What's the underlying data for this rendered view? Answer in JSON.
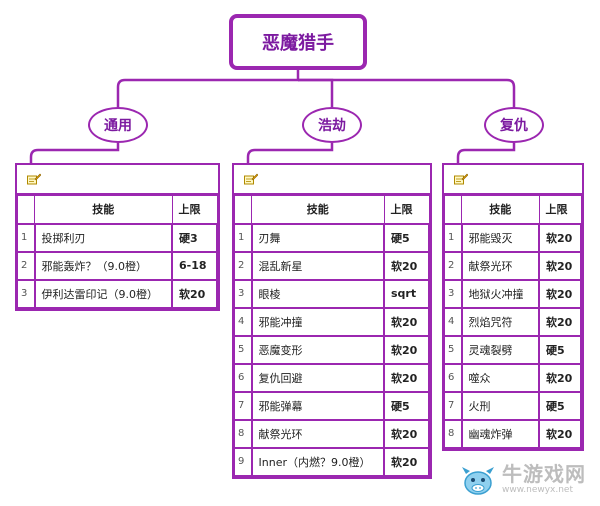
{
  "root": {
    "title": "恶魔猎手"
  },
  "branches": [
    {
      "name": "通用",
      "header": {
        "skill": "技能",
        "limit": "上限"
      },
      "rows": [
        {
          "idx": "1",
          "skill": "投掷利刃",
          "limit": "硬3"
        },
        {
          "idx": "2",
          "skill": "邪能轰炸？（9.0橙）",
          "limit": "6-18"
        },
        {
          "idx": "3",
          "skill": "伊利达雷印记（9.0橙）",
          "limit": "软20"
        }
      ]
    },
    {
      "name": "浩劫",
      "header": {
        "skill": "技能",
        "limit": "上限"
      },
      "rows": [
        {
          "idx": "1",
          "skill": "刃舞",
          "limit": "硬5"
        },
        {
          "idx": "2",
          "skill": "混乱新星",
          "limit": "软20"
        },
        {
          "idx": "3",
          "skill": "眼棱",
          "limit": "sqrt"
        },
        {
          "idx": "4",
          "skill": "邪能冲撞",
          "limit": "软20"
        },
        {
          "idx": "5",
          "skill": "恶魔变形",
          "limit": "软20"
        },
        {
          "idx": "6",
          "skill": "复仇回避",
          "limit": "软20"
        },
        {
          "idx": "7",
          "skill": "邪能弹幕",
          "limit": "硬5"
        },
        {
          "idx": "8",
          "skill": "献祭光环",
          "limit": "软20"
        },
        {
          "idx": "9",
          "skill": "Inner（内燃？9.0橙）",
          "limit": "软20"
        }
      ]
    },
    {
      "name": "复仇",
      "header": {
        "skill": "技能",
        "limit": "上限"
      },
      "rows": [
        {
          "idx": "1",
          "skill": "邪能毁灭",
          "limit": "软20"
        },
        {
          "idx": "2",
          "skill": "献祭光环",
          "limit": "软20"
        },
        {
          "idx": "3",
          "skill": "地狱火冲撞",
          "limit": "软20"
        },
        {
          "idx": "4",
          "skill": "烈焰咒符",
          "limit": "软20"
        },
        {
          "idx": "5",
          "skill": "灵魂裂劈",
          "limit": "硬5"
        },
        {
          "idx": "6",
          "skill": "噬众",
          "limit": "软20"
        },
        {
          "idx": "7",
          "skill": "火刑",
          "limit": "硬5"
        },
        {
          "idx": "8",
          "skill": "幽魂炸弹",
          "limit": "软20"
        }
      ]
    }
  ],
  "watermark": {
    "text": "牛游戏网",
    "url": "www.newyx.net"
  },
  "colors": {
    "accent": "#9b27b0",
    "text": "#7c1aa0"
  }
}
